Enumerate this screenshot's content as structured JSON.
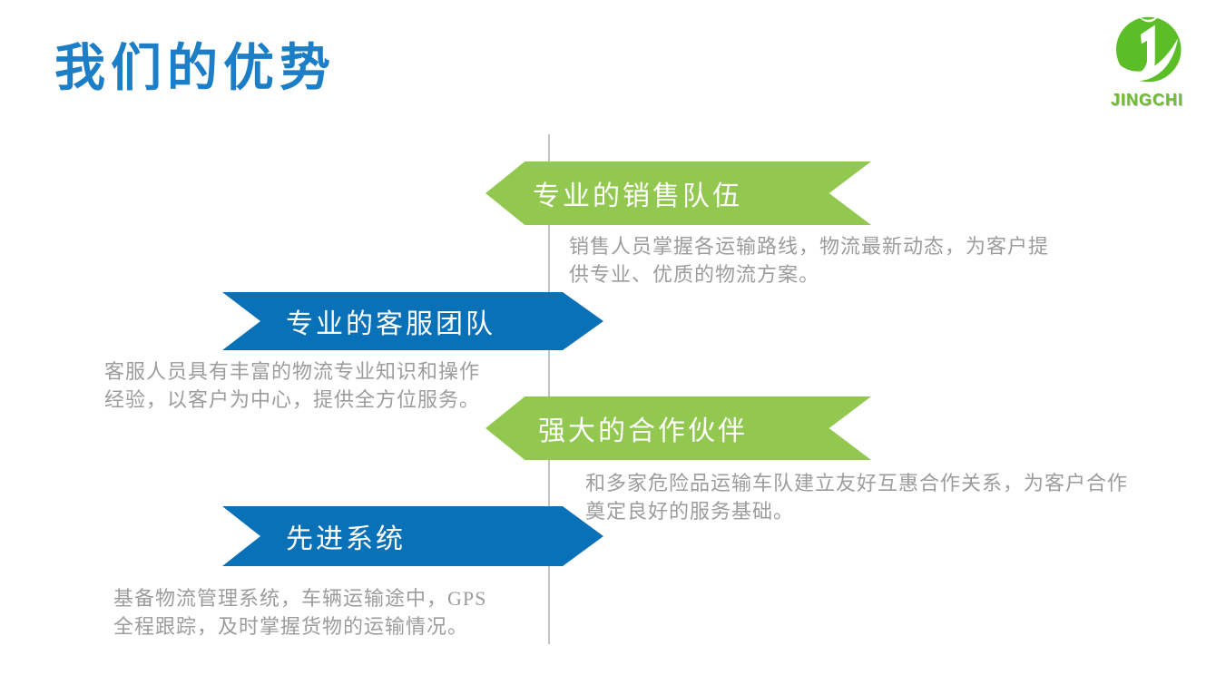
{
  "title": "我们的优势",
  "logo": {
    "brand": "JINGCHI",
    "circle_color": "#5bbe27",
    "text_color": "#6cbe2c"
  },
  "colors": {
    "title_blue": "#1b7ec6",
    "banner_green": "#92c850",
    "banner_blue": "#0971b8",
    "divider_gray": "#c3c3c3",
    "desc_gray": "#9c9c9c"
  },
  "sections": [
    {
      "id": "sales-team",
      "side": "right",
      "banner_color": "green",
      "banner": "专业的销售队伍",
      "desc_lines": [
        "销售人员掌握各运输路线，物流最新动态，为客户提",
        "供专业、优质的物流方案。"
      ]
    },
    {
      "id": "service-team",
      "side": "left",
      "banner_color": "blue",
      "banner": "专业的客服团队",
      "desc_lines": [
        "客服人员具有丰富的物流专业知识和操作",
        "经验，以客户为中心，提供全方位服务。"
      ]
    },
    {
      "id": "partners",
      "side": "right",
      "banner_color": "green",
      "banner": "强大的合作伙伴",
      "desc_lines": [
        "和多家危险品运输车队建立友好互惠合作关系，为客户合作",
        "奠定良好的服务基础。"
      ]
    },
    {
      "id": "advanced-system",
      "side": "left",
      "banner_color": "blue",
      "banner": "先进系统",
      "desc_lines": [
        "基备物流管理系统，车辆运输途中，GPS",
        "全程跟踪，及时掌握货物的运输情况。"
      ]
    }
  ]
}
